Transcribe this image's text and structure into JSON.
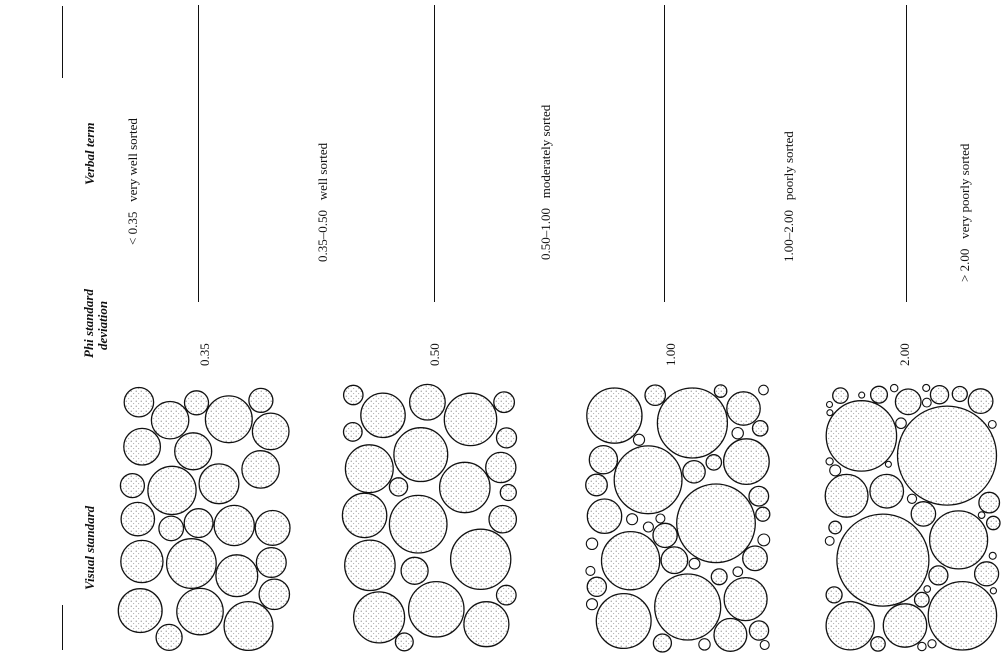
{
  "headers": {
    "verbal_term": "Verbal term",
    "phi_sd_line1": "Phi standard",
    "phi_sd_line2": "deviation",
    "visual_standard": "Visual standard"
  },
  "sorting_classes": [
    {
      "range": "< 0.35",
      "term": "very well sorted"
    },
    {
      "range": "0.35–0.50",
      "term": "well sorted"
    },
    {
      "range": "0.50–1.00",
      "term": "moderately sorted"
    },
    {
      "range": "1.00–2.00",
      "term": "poorly sorted"
    },
    {
      "range": "> 2.00",
      "term": "very poorly sorted"
    }
  ],
  "boundaries": [
    "0.35",
    "0.50",
    "1.00",
    "2.00"
  ],
  "visual_standards_phi": [
    0.35,
    0.5,
    1.0,
    2.0
  ],
  "colors": {
    "ink": "#111111",
    "stipple": "#555555"
  }
}
